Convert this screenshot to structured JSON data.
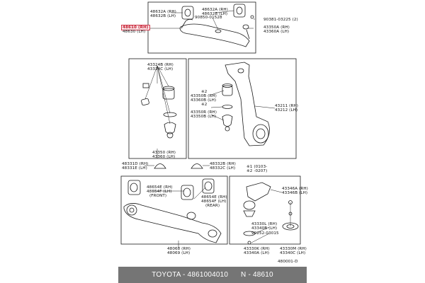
{
  "labels": {
    "l48632a": "48632A (RH)",
    "l48632b": "48632B (LH)",
    "l48632a_r": "48632A (RH)",
    "l48632b_r": "48632B (LH)",
    "l48610": "48610 (RH)",
    "l48630": "48630 (LH)",
    "l90381": "90381-03225 (2)",
    "l90850": "90850-01528",
    "l43350a": "43350A (RH)",
    "l43360a": "43360A (LH)",
    "l43324b": "43324B (RH)",
    "l43324c": "43324C (LH)",
    "l43350": "43350 (RH)",
    "l43360": "43360 (LH)",
    "l2a": "※2",
    "l43350b": "43350B (RH)",
    "l43360b": "43360B (LH)",
    "l2b": "※2",
    "l43350r": "43350R (RH)",
    "l43350b2": "43350B (LH)",
    "l43211": "43211 (RH)",
    "l43212": "43212 (LH)",
    "l43350c": "43350 (RH)",
    "l43360c": "43360 (LH)",
    "l48331d": "48331D (RH)",
    "l48331e": "48331E (LH)",
    "l48332b": "48332B (RH)",
    "l48332c": "48332C (LH)",
    "l1a": "※1 (0103-",
    "l1b": "※2        -0207)",
    "l48654e": "48654E (RH)",
    "l48654f": "48654F (LH)",
    "lfront": "(FRONT)",
    "l48654e2": "48654E (RH)",
    "l48654f2": "48654F (LH)",
    "lrear": "(REAR)",
    "l43346a": "43346A (RH)",
    "l43346b": "43346B (LH)",
    "l43330l": "43330L (RH)",
    "l43340b": "43340B (LH)",
    "l90252": "90252-03015",
    "l48068": "48068 (RH)",
    "l48069": "48069 (LH)",
    "l43330k": "43330K (RH)",
    "l43340a": "43340A (LH)",
    "l43330m": "43330M (RH)",
    "l43340c": "43340C (LH)",
    "lcode": "480001-D"
  },
  "footer": {
    "text": "TOYOTA - 4861004010      N - 48610"
  },
  "colors": {
    "highlight": "#c0182a",
    "footer_bg": "#757575",
    "line": "#1a1a1a"
  }
}
